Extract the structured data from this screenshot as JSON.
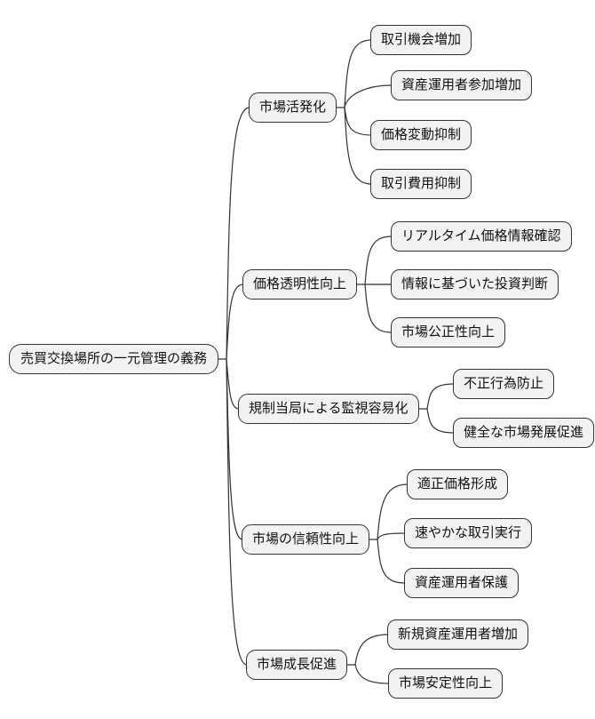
{
  "diagram": {
    "type": "mindmap",
    "direction": "left-to-right",
    "root": {
      "label": "売買交換場所の一元管理の義務"
    },
    "branches": [
      {
        "label": "市場活発化",
        "children": [
          "取引機会増加",
          "資産運用者参加増加",
          "価格変動抑制",
          "取引費用抑制"
        ]
      },
      {
        "label": "価格透明性向上",
        "children": [
          "リアルタイム価格情報確認",
          "情報に基づいた投資判断",
          "市場公正性向上"
        ]
      },
      {
        "label": "規制当局による監視容易化",
        "children": [
          "不正行為防止",
          "健全な市場発展促進"
        ]
      },
      {
        "label": "市場の信頼性向上",
        "children": [
          "適正価格形成",
          "速やかな取引実行",
          "資産運用者保護"
        ]
      },
      {
        "label": "市場成長促進",
        "children": [
          "新規資産運用者増加",
          "市場安定性向上"
        ]
      }
    ],
    "colors": {
      "background": "#ffffff",
      "node_fill": "#f2f2f2",
      "node_border": "#333333",
      "edge": "#333333",
      "text": "#111111"
    }
  }
}
